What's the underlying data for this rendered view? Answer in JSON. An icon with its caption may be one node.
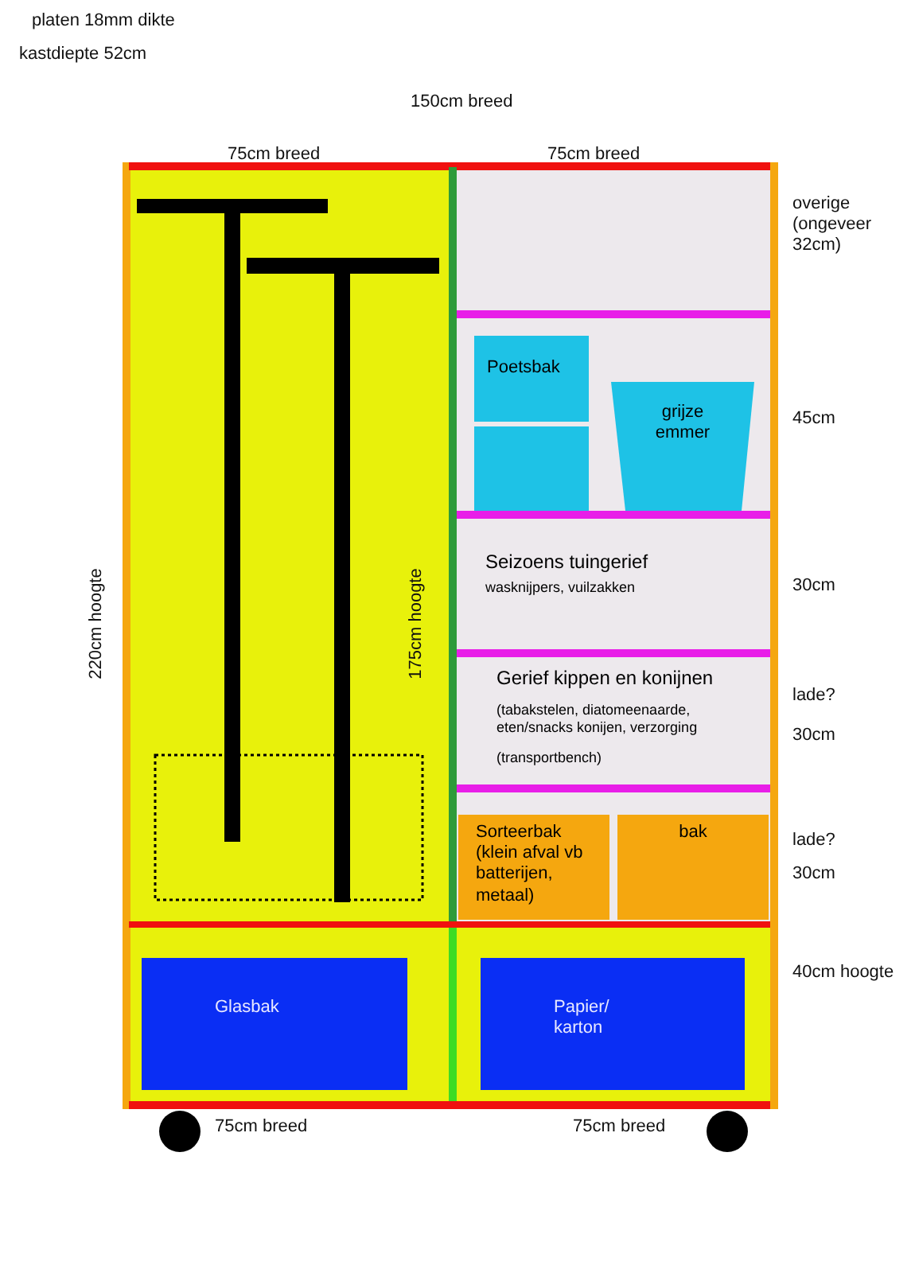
{
  "diagram": {
    "nodes": [
      {
        "text": [
          "Poetsbak"
        ]
      },
      {
        "text": [],
        "shape": "box"
      },
      {
        "text": [
          "grijze emmer"
        ]
      },
      {
        "text": [
          "Seizoens tuingerief",
          "wasknijpers, vuilzakken"
        ]
      },
      {
        "text": [
          "Gerief kippen en konijnen",
          "(tabakstelen, diatomeenaarde, eten/snacks konijen, verzorging",
          "(transportbench)"
        ]
      },
      {
        "text": [
          "Sorteerbak (klein afval vb batterijen, metaal)"
        ]
      },
      {
        "text": [
          "bak"
        ]
      },
      {
        "text": [
          "Glasbak"
        ]
      },
      {
        "text": [
          "Papier/ karton"
        ]
      }
    ],
    "labels": [
      "platen 18mm dikte",
      "kastdiepte 52cm",
      "150cm breed",
      "75cm breed",
      "75cm breed",
      "overige (ongeveer 32cm)",
      "45cm",
      "220cm hoogte",
      "175cm hoogte",
      "30cm",
      "lade?",
      "30cm",
      "lade?",
      "30cm",
      "40cm hoogte",
      "75cm breed",
      "75cm breed"
    ]
  }
}
